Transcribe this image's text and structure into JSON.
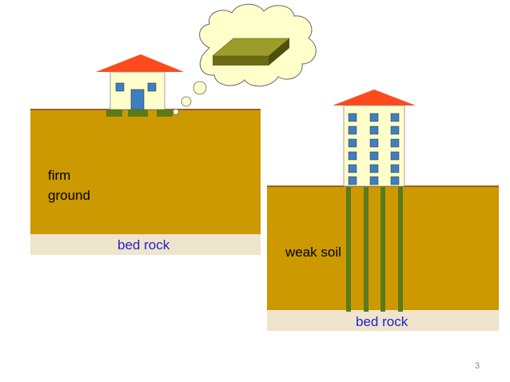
{
  "left_panel": {
    "soil_label_line1": "firm",
    "soil_label_line2": "ground",
    "rock_label": "bed rock"
  },
  "right_panel": {
    "soil_label": "weak soil",
    "rock_label": "bed rock"
  },
  "slide_number": "3",
  "colors": {
    "soil": "#cc9900",
    "soil_top_line": "#8b3a1a",
    "rock": "#efe4cc",
    "roof": "#ff4a1c",
    "house_wall": "#ffffcc",
    "window": "#3f7fbf",
    "door": "#3f7fbf",
    "footing": "#5c7a1a",
    "pile": "#5c7a1a",
    "thought_slab_top": "#9c9c2a",
    "thought_slab_side": "#6b6b14",
    "cloud": "#ffffcc",
    "rock_label_color": "#1f1fcc",
    "text": "#000000"
  }
}
